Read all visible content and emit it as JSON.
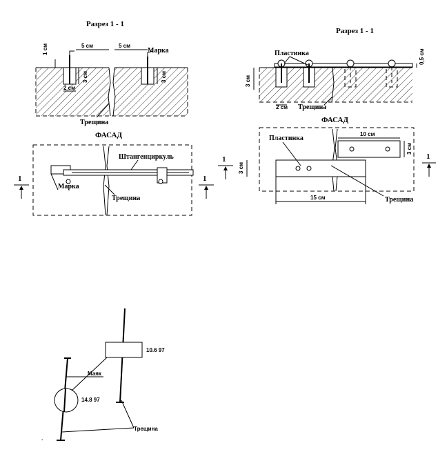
{
  "left_panel": {
    "section_title": "Разрез  1 - 1",
    "dim_1cm": "1 см",
    "dim_5cm_a": "5 см",
    "dim_5cm_b": "5 см",
    "mark_label": "Марка",
    "dim_3cm_a": "3 см",
    "dim_3cm_b": "3 см",
    "dim_2cm": "2 см",
    "crack_label": "Трещина",
    "facade_title": "ФАСАД",
    "caliper_label": "Штангенциркуль",
    "facade_mark_label": "Марка",
    "facade_crack_label": "Трещина",
    "section_mark_left": "1",
    "section_mark_right": "1"
  },
  "right_panel": {
    "section_title": "Разрез  1 - 1",
    "plate_label": "Пластинка",
    "dim_05cm": "0,5 см",
    "dim_3cm": "3 см",
    "dim_2cm": "2 см",
    "crack_label": "Трещина",
    "facade_title": "ФАСАД",
    "facade_plate_label": "Пластинка",
    "dim_10cm": "10 см",
    "dim_3cm_right": "3 см",
    "dim_3cm_left": "3 см",
    "dim_15cm": "15 см",
    "facade_crack_label": "Трещина",
    "section_mark_left": "1",
    "section_mark_right": "1"
  },
  "bottom_panel": {
    "beacon_label": "Маяк",
    "date_top": "10.6 97",
    "date_circle": "14.8 97",
    "crack_label": "Трещина"
  }
}
